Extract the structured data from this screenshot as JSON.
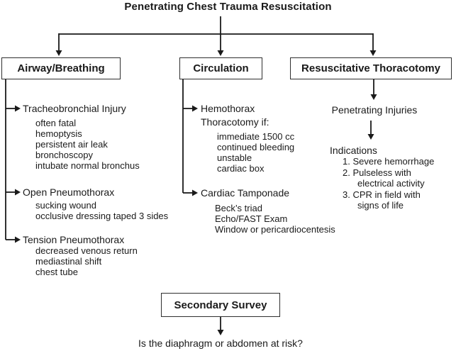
{
  "title": "Penetrating Chest Trauma Resuscitation",
  "airway": {
    "box_label": "Airway/Breathing",
    "items": [
      {
        "label": "Tracheobronchial Injury",
        "subitems": [
          "often fatal",
          "hemoptysis",
          "persistent air leak",
          "bronchoscopy",
          "intubate normal bronchus"
        ]
      },
      {
        "label": "Open Pneumothorax",
        "subitems": [
          "sucking wound",
          "occlusive dressing taped 3 sides"
        ]
      },
      {
        "label": "Tension Pneumothorax",
        "subitems": [
          "decreased venous return",
          "mediastinal shift",
          "chest tube"
        ]
      }
    ]
  },
  "circulation": {
    "box_label": "Circulation",
    "items": [
      {
        "label_line1": "Hemothorax",
        "label_line2": "Thoracotomy if:",
        "subitems": [
          "immediate 1500 cc",
          "continued bleeding",
          "unstable",
          "cardiac box"
        ]
      },
      {
        "label_line1": "Cardiac Tamponade",
        "label_line2": "",
        "subitems": [
          "Beck’s triad",
          "Echo/FAST Exam",
          "Window or pericardiocentesis"
        ]
      }
    ]
  },
  "thoracotomy": {
    "box_label": "Resuscitative Thoracotomy",
    "step_label": "Penetrating Injuries",
    "indications_heading": "Indications",
    "indications": [
      {
        "line1": "1. Severe hemorrhage",
        "line2": ""
      },
      {
        "line1": "2. Pulseless with",
        "line2": "electrical activity"
      },
      {
        "line1": "3. CPR in field with",
        "line2": "signs of life"
      }
    ]
  },
  "secondary": {
    "box_label": "Secondary Survey",
    "question": "Is the diaphragm or abdomen at risk?"
  },
  "colors": {
    "text": "#1a1a1a",
    "line": "#1a1a1a",
    "box_border": "#2f2f2f",
    "background": "#ffffff"
  }
}
